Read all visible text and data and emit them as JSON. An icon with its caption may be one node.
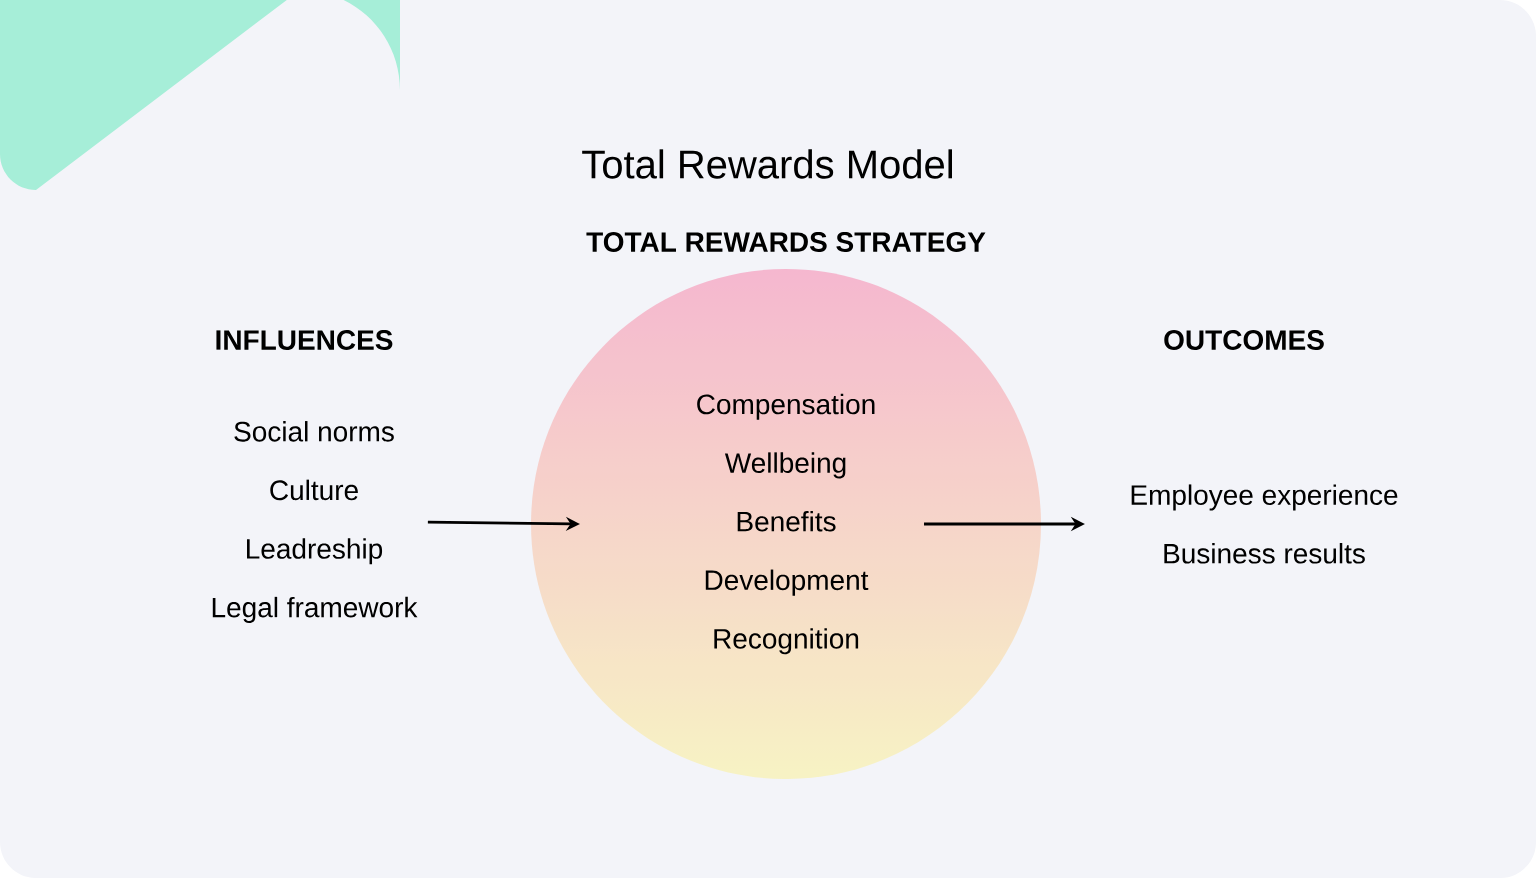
{
  "diagram": {
    "title": "Total Rewards Model",
    "nodes": [
      {
        "text": [
          "INFLUENCES",
          "Social norms",
          "Culture",
          "Leadreship",
          "Legal framework"
        ]
      },
      {
        "text": [
          "TOTAL REWARDS STRATEGY",
          "Compensation",
          "Wellbeing",
          "Benefits",
          "Development",
          "Recognition"
        ]
      },
      {
        "text": [
          "OUTCOMES",
          "Employee experience",
          "Business results"
        ]
      }
    ],
    "edges": [
      {
        "from": 0,
        "to": 1,
        "arrow": "to"
      },
      {
        "from": 1,
        "to": 2,
        "arrow": "to"
      }
    ]
  }
}
